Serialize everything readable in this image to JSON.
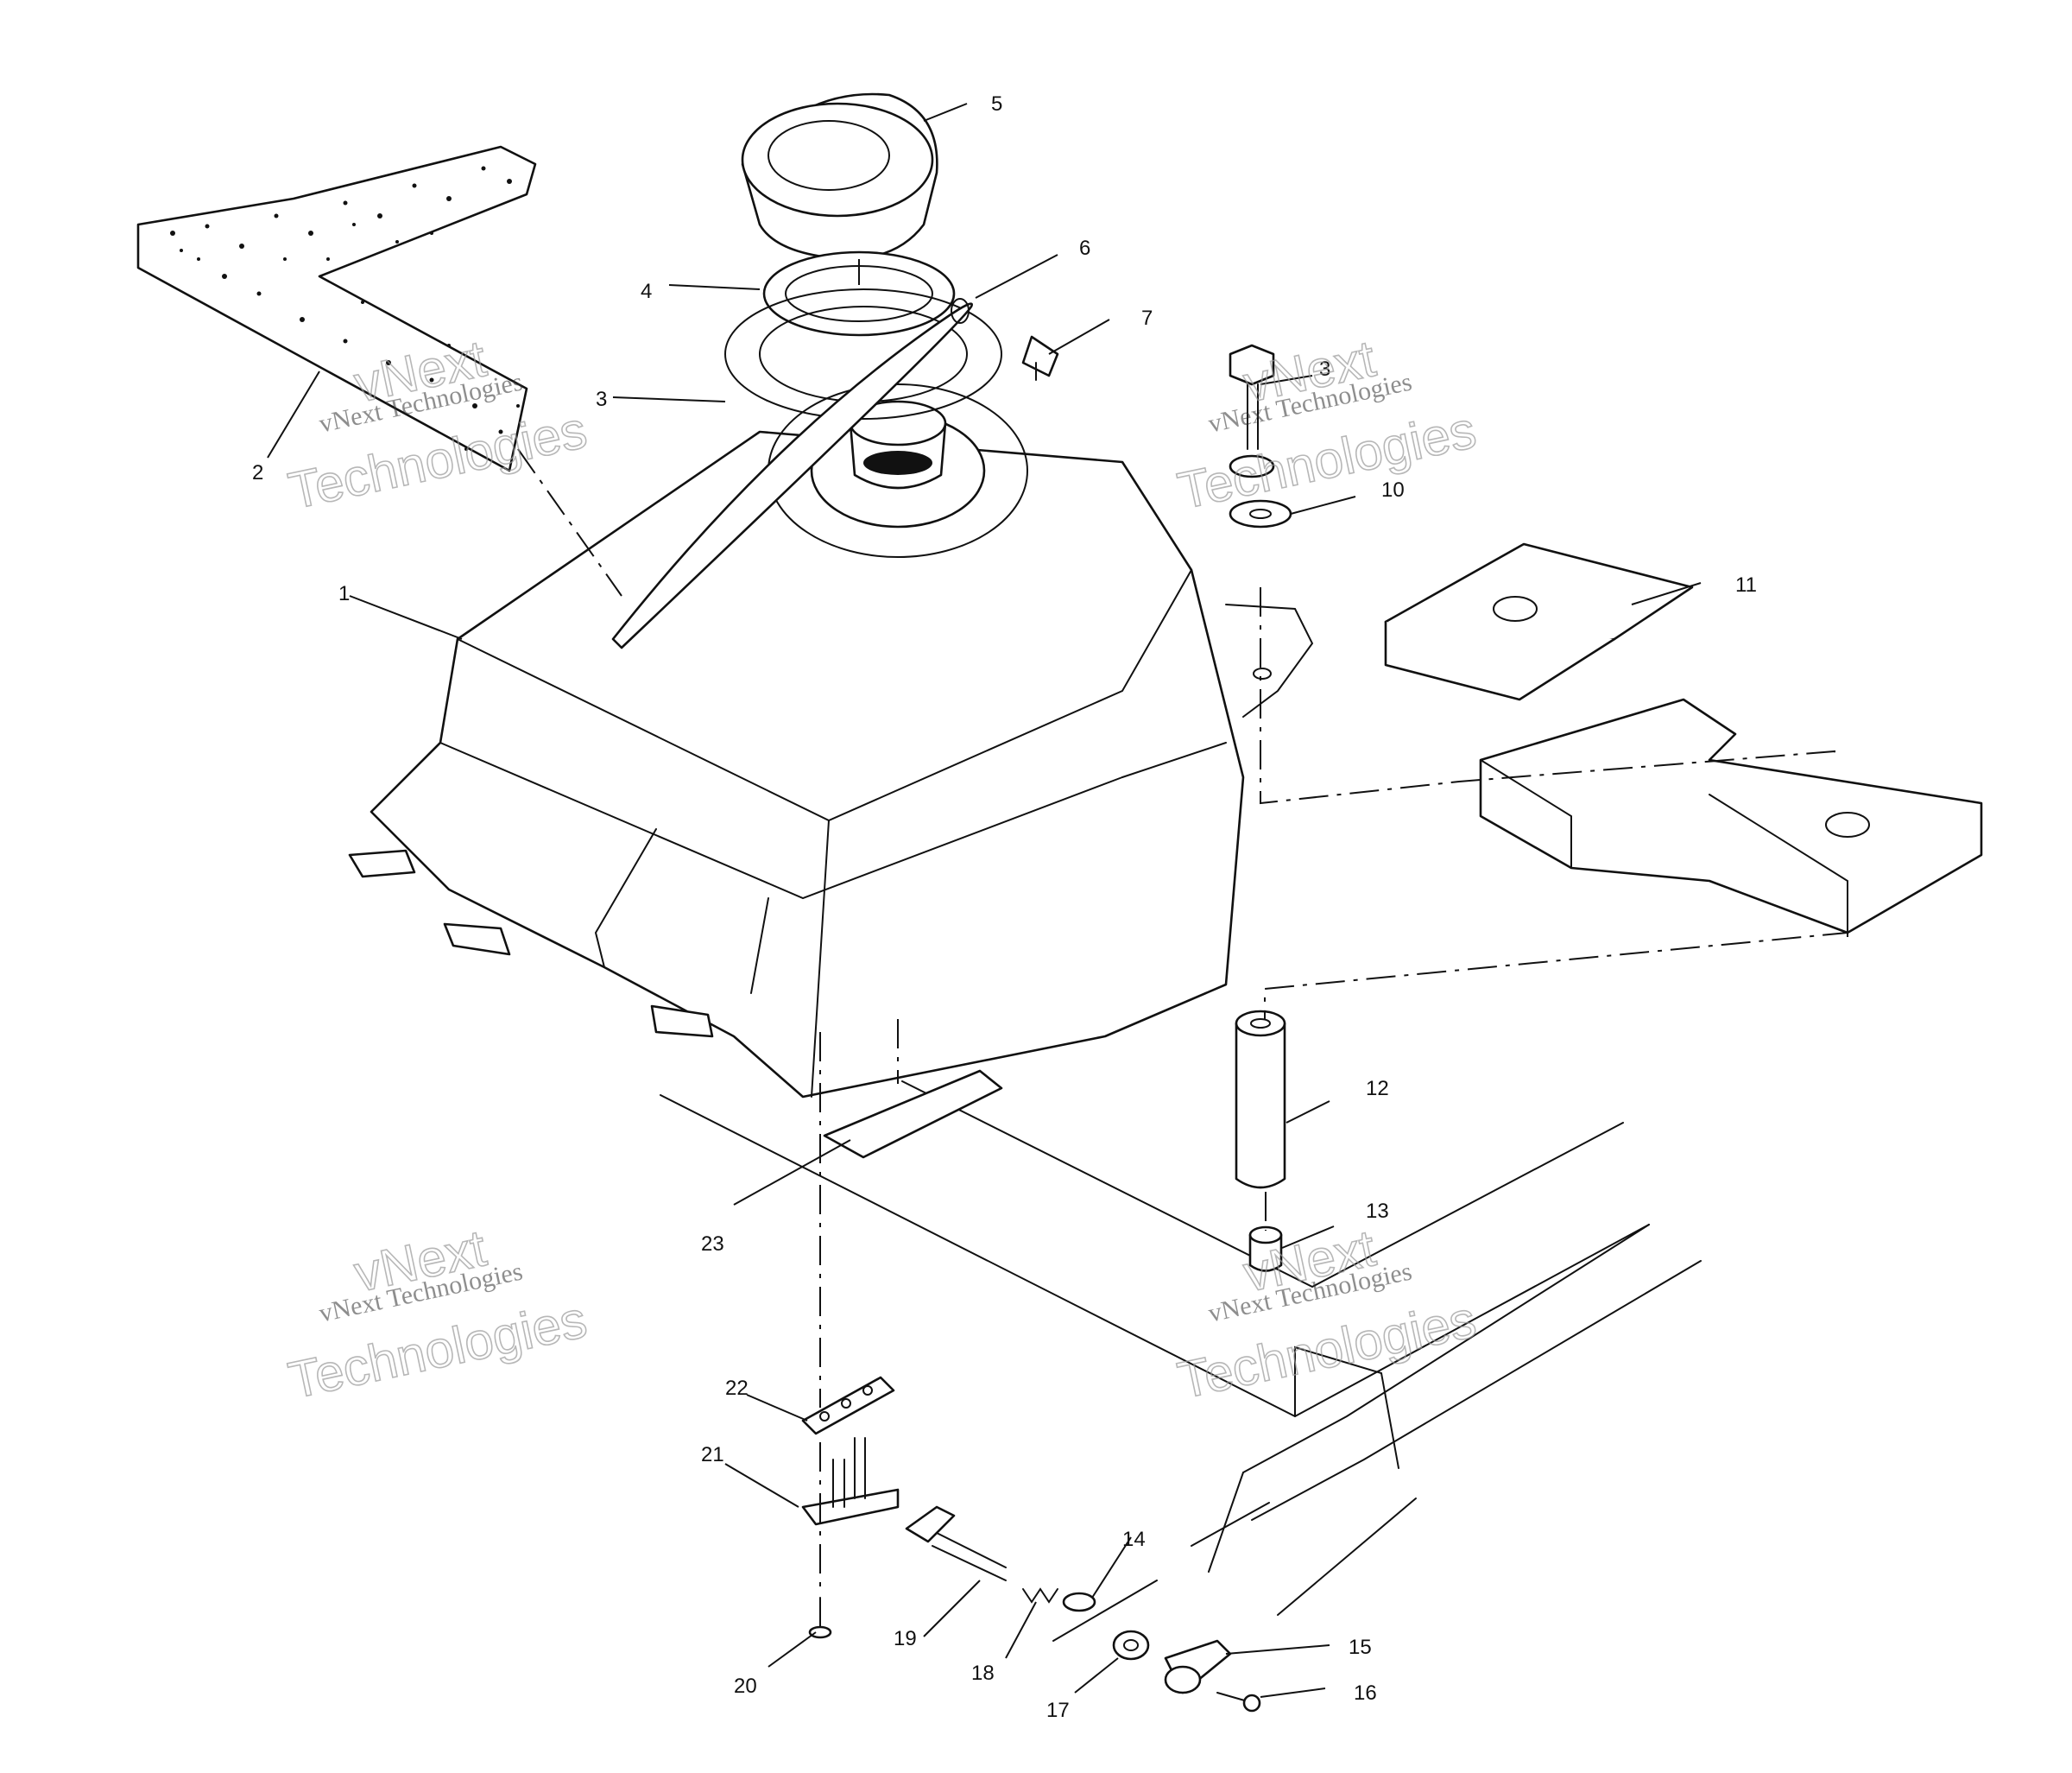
{
  "diagram": {
    "callouts": {
      "c1": "1",
      "c2": "2",
      "c3a": "3",
      "c3b": "3",
      "c4": "4",
      "c5": "5",
      "c6": "6",
      "c7": "7",
      "c10": "10",
      "c11": "11",
      "c12": "12",
      "c13": "13",
      "c14": "14",
      "c15": "15",
      "c16": "16",
      "c17": "17",
      "c18": "18",
      "c19": "19",
      "c20": "20",
      "c21": "21",
      "c22": "22",
      "c23": "23"
    }
  },
  "watermark": {
    "brand": "vNext",
    "company": "vNext Technologies",
    "word": "Technologies"
  }
}
